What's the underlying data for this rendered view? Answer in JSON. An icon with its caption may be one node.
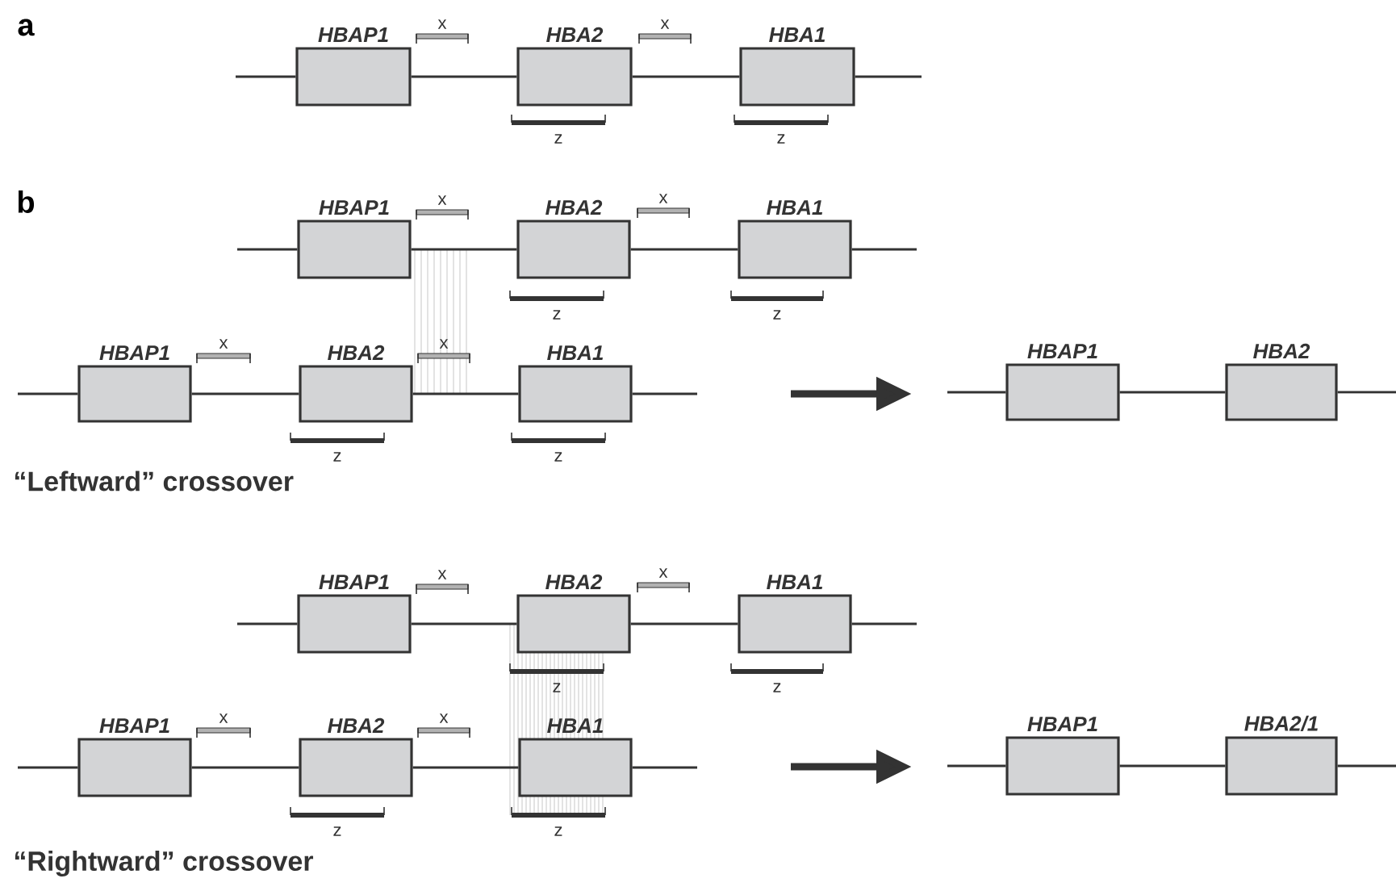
{
  "diagram": {
    "nodes": [
      {
        "text": [
          "*HBAP1*"
        ]
      },
      {
        "text": [
          "*HBA2*"
        ]
      },
      {
        "text": [
          "*HBA1*"
        ]
      },
      {
        "text": [
          "*HBAP1*"
        ]
      },
      {
        "text": [
          "*HBA2*"
        ]
      },
      {
        "text": [
          "*HBA1*"
        ]
      },
      {
        "text": [
          "*HBAP1*"
        ]
      },
      {
        "text": [
          "*HBA2*"
        ]
      },
      {
        "text": [
          "*HBA1*"
        ]
      },
      {
        "text": [
          "*HBAP1*"
        ]
      },
      {
        "text": [
          "*HBA2*"
        ]
      },
      {
        "text": [
          "*HBAP1*"
        ]
      },
      {
        "text": [
          "*HBA2*"
        ]
      },
      {
        "text": [
          "*HBA1*"
        ]
      },
      {
        "text": [
          "*HBAP1*"
        ]
      },
      {
        "text": [
          "*HBA2*"
        ]
      },
      {
        "text": [
          "*HBA1*"
        ]
      },
      {
        "text": [
          "*HBAP1*"
        ]
      },
      {
        "text": [
          "*HBA2/1*"
        ]
      }
    ],
    "edges": [
      {
        "from": null,
        "to": 0,
        "arrow": "none"
      },
      {
        "from": 0,
        "to": 1,
        "arrow": "none"
      },
      {
        "from": 1,
        "to": 2,
        "arrow": "none"
      },
      {
        "from": 2,
        "to": null,
        "arrow": "none"
      },
      {
        "from": null,
        "to": 3,
        "arrow": "none"
      },
      {
        "from": 3,
        "to": 4,
        "arrow": "none"
      },
      {
        "from": 4,
        "to": 5,
        "arrow": "none"
      },
      {
        "from": 5,
        "to": null,
        "arrow": "none"
      },
      {
        "from": null,
        "to": 6,
        "arrow": "none"
      },
      {
        "from": 6,
        "to": 7,
        "arrow": "none"
      },
      {
        "from": 7,
        "to": 8,
        "arrow": "none"
      },
      {
        "from": 8,
        "to": null,
        "arrow": "none"
      },
      {
        "from": null,
        "to": 9,
        "arrow": "none"
      },
      {
        "from": 9,
        "to": 10,
        "arrow": "none"
      },
      {
        "from": 10,
        "to": null,
        "arrow": "none"
      },
      {
        "from": null,
        "to": 11,
        "arrow": "none"
      },
      {
        "from": 11,
        "to": 12,
        "arrow": "none"
      },
      {
        "from": 12,
        "to": 13,
        "arrow": "none"
      },
      {
        "from": 13,
        "to": null,
        "arrow": "none"
      },
      {
        "from": null,
        "to": 14,
        "arrow": "none"
      },
      {
        "from": 14,
        "to": 15,
        "arrow": "none"
      },
      {
        "from": 15,
        "to": 16,
        "arrow": "none"
      },
      {
        "from": 16,
        "to": null,
        "arrow": "none"
      },
      {
        "from": null,
        "to": 17,
        "arrow": "none"
      },
      {
        "from": 17,
        "to": 18,
        "arrow": "none"
      },
      {
        "from": 18,
        "to": null,
        "arrow": "none"
      }
    ],
    "labels": [
      "a",
      "x",
      "x",
      "z",
      "z",
      "b",
      "x",
      "x",
      "z",
      "z",
      "x",
      "x",
      "z",
      "z",
      "“Leftward” crossover",
      "x",
      "x",
      "z",
      "z",
      "x",
      "x",
      "z",
      "z",
      "“Rightward” crossover"
    ]
  }
}
